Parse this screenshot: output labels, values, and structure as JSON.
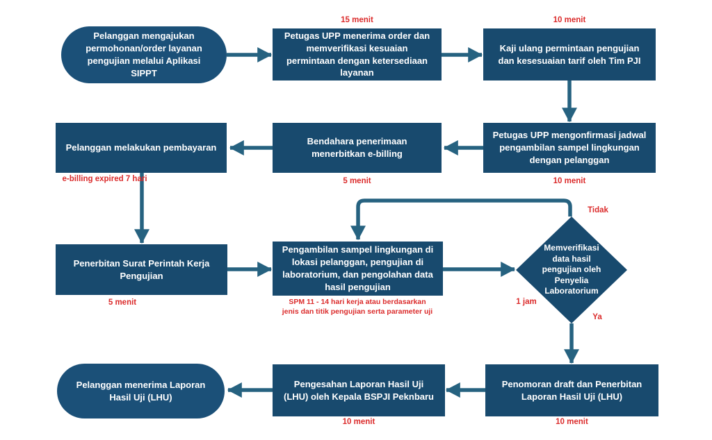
{
  "colors": {
    "background": "#FFFFFF",
    "node_fill": "#184A6E",
    "pill_fill": "#1B5078",
    "arrow": "#266280",
    "label_red": "#DB2B2B",
    "node_text": "#FFFFFF"
  },
  "diagram": {
    "type": "flowchart",
    "nodes": {
      "start": {
        "label": "Pelanggan mengajukan permohonan/order layanan pengujian melalui Aplikasi SIPPT"
      },
      "verify_order": {
        "label": "Petugas UPP menerima order dan memverifikasi kesuaian permintaan dengan ketersediaan layanan",
        "duration": "15 menit"
      },
      "review_request": {
        "label": "Kaji ulang permintaan pengujian dan kesesuaian tarif oleh Tim PJI",
        "duration": "10 menit"
      },
      "confirm_schedule": {
        "label": "Petugas UPP mengonfirmasi jadwal pengambilan sampel lingkungan dengan pelanggan",
        "duration": "10 menit"
      },
      "issue_ebilling": {
        "label": "Bendahara penerimaan menerbitkan e-billing",
        "duration": "5 menit"
      },
      "payment": {
        "label": "Pelanggan melakukan pembayaran",
        "note": "e-billing expired 7 hari"
      },
      "work_order": {
        "label": "Penerbitan Surat Perintah Kerja Pengujian",
        "duration": "5 menit"
      },
      "sampling_testing": {
        "label": "Pengambilan sampel lingkungan di lokasi pelanggan, pengujian di laboratorium, dan pengolahan data hasil pengujian",
        "duration_lines": [
          "SPM 11 - 14 hari kerja atau berdasarkan",
          "jenis dan titik pengujian serta parameter uji"
        ]
      },
      "verify_data": {
        "label": "Memverifikasi data hasil pengujian oleh Penyelia Laboratorium",
        "duration": "1 jam",
        "branch_no": "Tidak",
        "branch_yes": "Ya"
      },
      "issue_lhu": {
        "label": "Penomoran draft dan Penerbitan Laporan Hasil Uji (LHU)",
        "duration": "10 menit"
      },
      "approve_lhu": {
        "label": "Pengesahan Laporan Hasil Uji (LHU) oleh Kepala BSPJI Peknbaru",
        "duration": "10 menit"
      },
      "end": {
        "label": "Pelanggan menerima Laporan Hasil Uji (LHU)"
      }
    }
  }
}
